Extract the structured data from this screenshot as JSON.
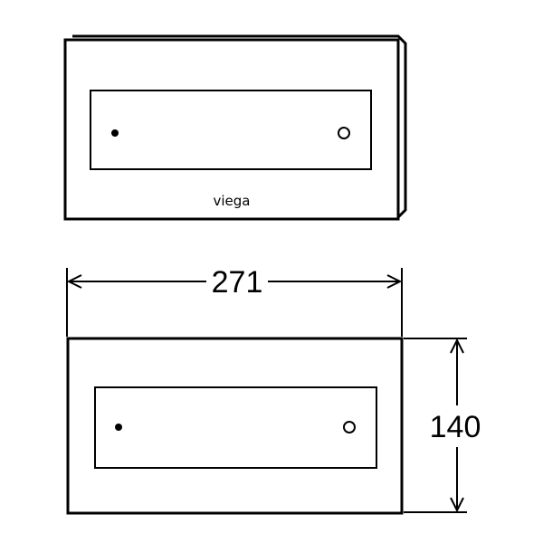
{
  "front_view": {
    "brand_logo": "viega"
  },
  "dimensions": {
    "width": "271",
    "height": "140"
  }
}
